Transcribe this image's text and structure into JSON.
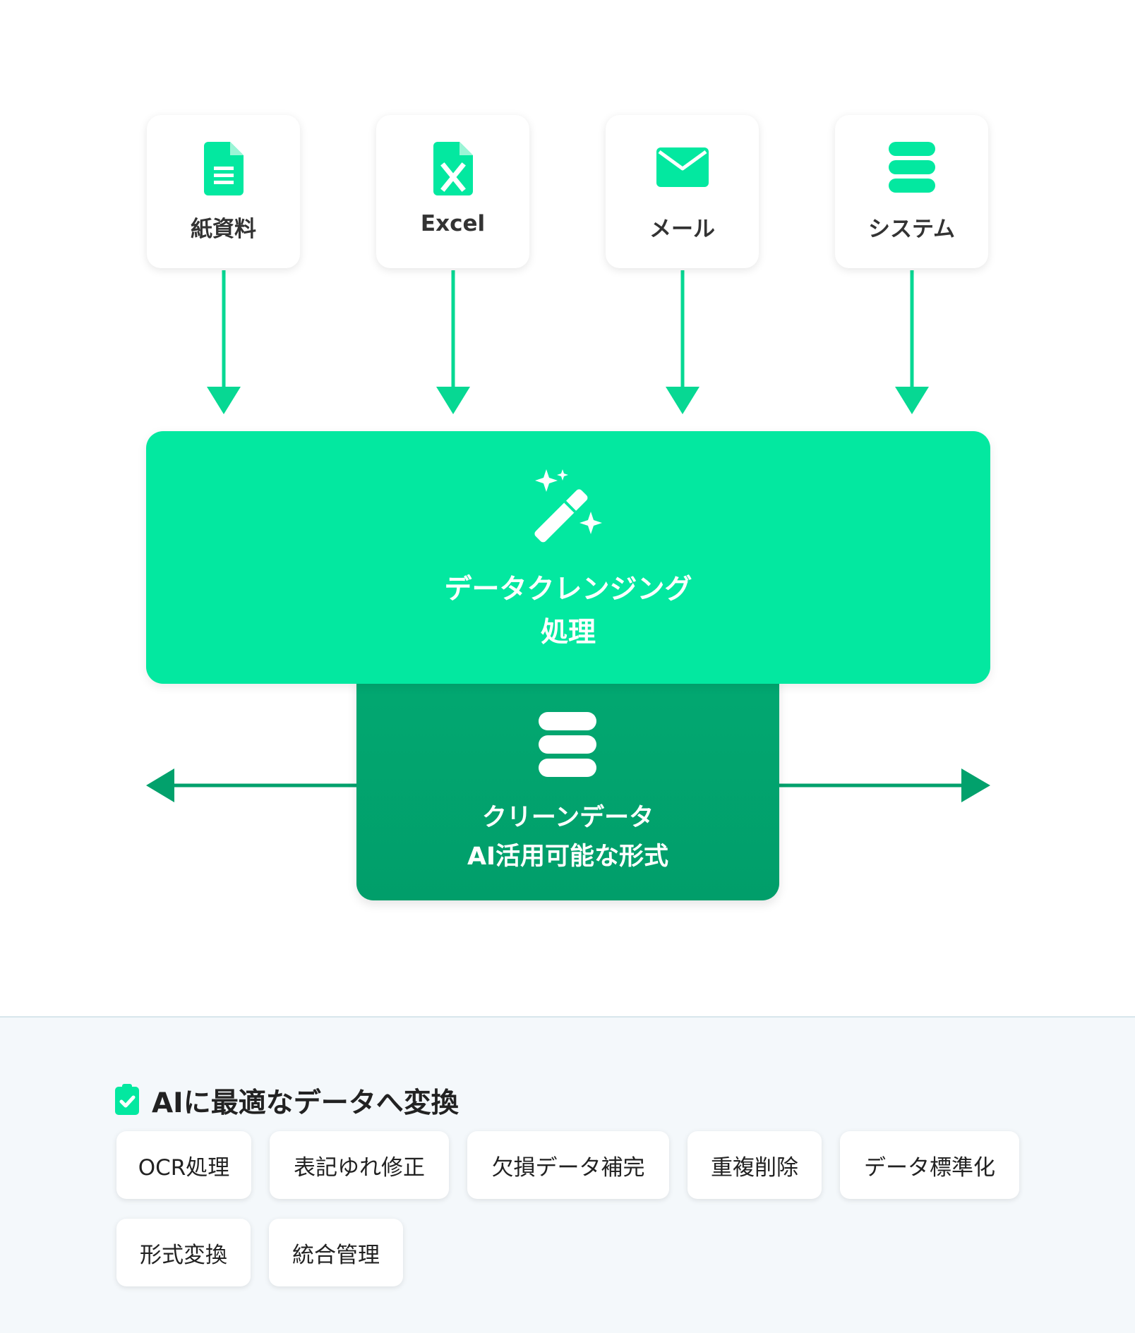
{
  "sources": [
    {
      "label": "紙資料",
      "icon": "document-icon"
    },
    {
      "label": "Excel",
      "icon": "excel-file-icon"
    },
    {
      "label": "メール",
      "icon": "mail-icon"
    },
    {
      "label": "システム",
      "icon": "database-icon"
    }
  ],
  "process": {
    "line1": "データクレンジング",
    "line2": "処理",
    "icon": "magic-wand-icon"
  },
  "output": {
    "line1": "クリーンデータ",
    "line2": "AI活用可能な形式",
    "icon": "database-icon"
  },
  "features": {
    "title": "AIに最適なデータへ変換",
    "icon": "clipboard-check-icon",
    "tags": [
      "OCR処理",
      "表記ゆれ修正",
      "欠損データ補完",
      "重複削除",
      "データ標準化",
      "形式変換",
      "統合管理"
    ]
  },
  "colors": {
    "accent": "#03e8a0",
    "arrow": "#07d893",
    "dark_green": "#02a16c",
    "background_bottom": "#f4f8fb"
  }
}
